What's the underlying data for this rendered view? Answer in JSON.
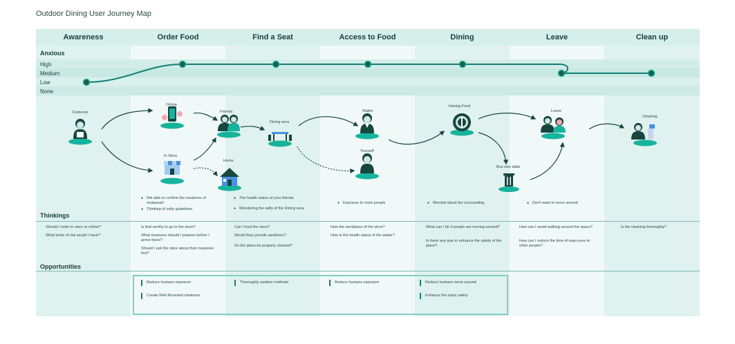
{
  "title": "Outdoor Dining User Journey Map",
  "colors": {
    "teal": "#0f7f70",
    "dark_teal": "#1f5b52",
    "band_light": "#e9f6f4",
    "band_mid": "#d9f0ec",
    "band_dark": "#cdeae5",
    "col_alt": "#e0f2ef"
  },
  "stages": [
    "Awareness",
    "Order Food",
    "Find a Seat",
    "Access to Food",
    "Dining",
    "Leave",
    "Clean up"
  ],
  "anxious": {
    "label": "Anxious",
    "levels": [
      "High",
      "Medium",
      "Low",
      "None"
    ],
    "points": [
      "Low",
      "High",
      "High",
      "High",
      "High",
      "Medium",
      "Medium"
    ]
  },
  "journey_nodes": {
    "costumer": "Costumer",
    "online": "Online",
    "in_store": "In Store",
    "friends": "Friends",
    "home": "Home",
    "dining_area": "Dining area",
    "waiter": "Waiter",
    "yourself": "Yourself",
    "having_food": "Having Food",
    "bus_own_table": "Bus own table",
    "leave": "Leave",
    "cleaning": "Cleaning"
  },
  "icons": {
    "costumer": "person-icon",
    "online": "phone-order-icon",
    "in_store": "store-icon",
    "friends": "friends-icon",
    "home": "house-icon",
    "dining_area": "table-icon",
    "waiter": "waiter-icon",
    "yourself": "person-icon",
    "having_food": "plate-cutlery-icon",
    "bus_own_table": "trash-can-icon",
    "leave": "people-leaving-icon",
    "cleaning": "sanitize-spray-icon"
  },
  "pain_points": {
    "order_food": [
      "Not able to confirm the meatures of restaurant",
      "Thinking of safty guidelines"
    ],
    "find_seat": [
      "The health status of your friends",
      "Wondering the safty of the Dining area"
    ],
    "access_food": [
      "Exposure to more people"
    ],
    "dining": [
      "Worried about the surrounding"
    ],
    "leave": [
      "Don't want to move around"
    ]
  },
  "thinkings": {
    "label": "Thinkings",
    "awareness": [
      "Should I order in store or online?",
      "What kinds of risk would I have?"
    ],
    "order_food": [
      "Is that worthy to go to the store?",
      "What meatures should I prepare before I arrive there?",
      "Should I ask the store about their meatures first?"
    ],
    "find_seat": [
      "Can I trust the store?",
      "Would they provide sanitizers?",
      "Do the place be properly cleaned?"
    ],
    "access_food": [
      "How the workplace of the store?",
      "How is the health status of the waiter?"
    ],
    "dining": [
      "What can I do if people are moving around?",
      "Is there any way to enhance the safety of the place?"
    ],
    "leave": [
      "How can I avoid walking around the space?",
      "How can I reduce the time of expo-sure to other people?"
    ],
    "clean_up": [
      "Is the cleaning thoroughly?"
    ]
  },
  "opportunities": {
    "label": "Opportunities",
    "order_food": [
      "Reduce humans exposure",
      "Create Well-Rounded meatures"
    ],
    "find_seat": [
      "Thoroughly sanitize methods"
    ],
    "access_food": [
      "Reduce humans exposure"
    ],
    "dining": [
      "Reduce humans move around",
      "Enhance the place safety"
    ]
  }
}
